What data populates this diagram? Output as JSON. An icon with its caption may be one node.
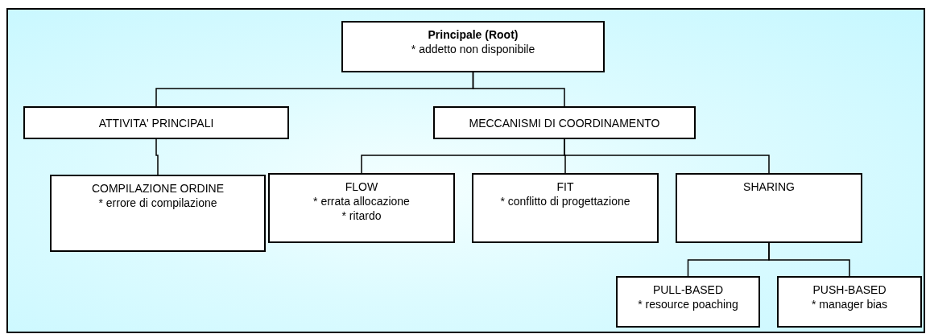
{
  "diagram": {
    "nodes": [
      {
        "text": [
          "Principale (Root)",
          "* addetto non disponibile"
        ]
      },
      {
        "text": [
          "ATTIVITA' PRINCIPALI"
        ]
      },
      {
        "text": [
          "MECCANISMI DI COORDINAMENTO"
        ]
      },
      {
        "text": [
          "COMPILAZIONE ORDINE",
          "* errore di compilazione"
        ]
      },
      {
        "text": [
          "FLOW",
          "* errata allocazione",
          "* ritardo"
        ]
      },
      {
        "text": [
          "FIT",
          "* conflitto di progettazione"
        ]
      },
      {
        "text": [
          "SHARING"
        ]
      },
      {
        "text": [
          "PULL-BASED",
          "* resource poaching"
        ]
      },
      {
        "text": [
          "PUSH-BASED",
          "* manager bias"
        ]
      }
    ],
    "edges": [
      {
        "from": 0,
        "to": 1,
        "arrow": "none"
      },
      {
        "from": 0,
        "to": 2,
        "arrow": "none"
      },
      {
        "from": 1,
        "to": 3,
        "arrow": "none"
      },
      {
        "from": 2,
        "to": 4,
        "arrow": "none"
      },
      {
        "from": 2,
        "to": 5,
        "arrow": "none"
      },
      {
        "from": 2,
        "to": 6,
        "arrow": "none"
      },
      {
        "from": 6,
        "to": 7,
        "arrow": "none"
      },
      {
        "from": 6,
        "to": 8,
        "arrow": "none"
      }
    ]
  }
}
